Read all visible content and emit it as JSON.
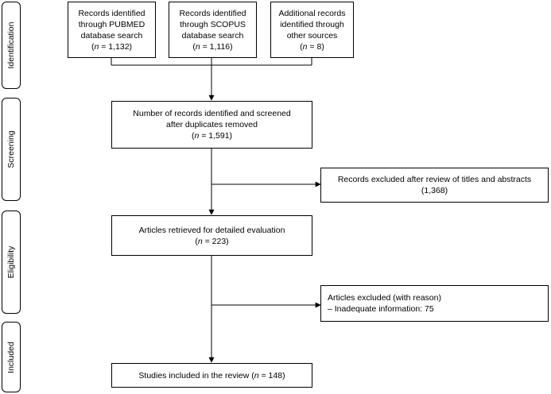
{
  "stages": [
    "Identification",
    "Screening",
    "Eligibility",
    "Included"
  ],
  "sources": [
    {
      "lines": [
        "Records identified",
        "through PUBMED",
        "database search"
      ],
      "n_prefix": "(",
      "n_var": "n",
      "n_rest": " = 1,132)"
    },
    {
      "lines": [
        "Records identified",
        "through SCOPUS",
        "database search"
      ],
      "n_prefix": "(",
      "n_var": "n",
      "n_rest": " = 1,116)"
    },
    {
      "lines": [
        "Additional records",
        "identified through",
        "other sources"
      ],
      "n_prefix": "(",
      "n_var": "n",
      "n_rest": " = 8)"
    }
  ],
  "screened": {
    "lines": [
      "Number of records identified and screened",
      "after duplicates removed"
    ],
    "n_prefix": "(",
    "n_var": "n",
    "n_rest": " = 1,591)"
  },
  "excluded_titles": {
    "lines": [
      "Records excluded after review of titles and abstracts"
    ],
    "count": "(1,368)"
  },
  "retrieved": {
    "lines": [
      "Articles retrieved for detailed evaluation"
    ],
    "n_prefix": "(",
    "n_var": "n",
    "n_rest": " = 223)"
  },
  "excluded_articles": {
    "title": "Articles excluded (with reason)",
    "reason": "– Inadequate information: 75"
  },
  "included": {
    "text": "Studies included in the review  (",
    "n_var": "n",
    "n_rest": " = 148)"
  }
}
